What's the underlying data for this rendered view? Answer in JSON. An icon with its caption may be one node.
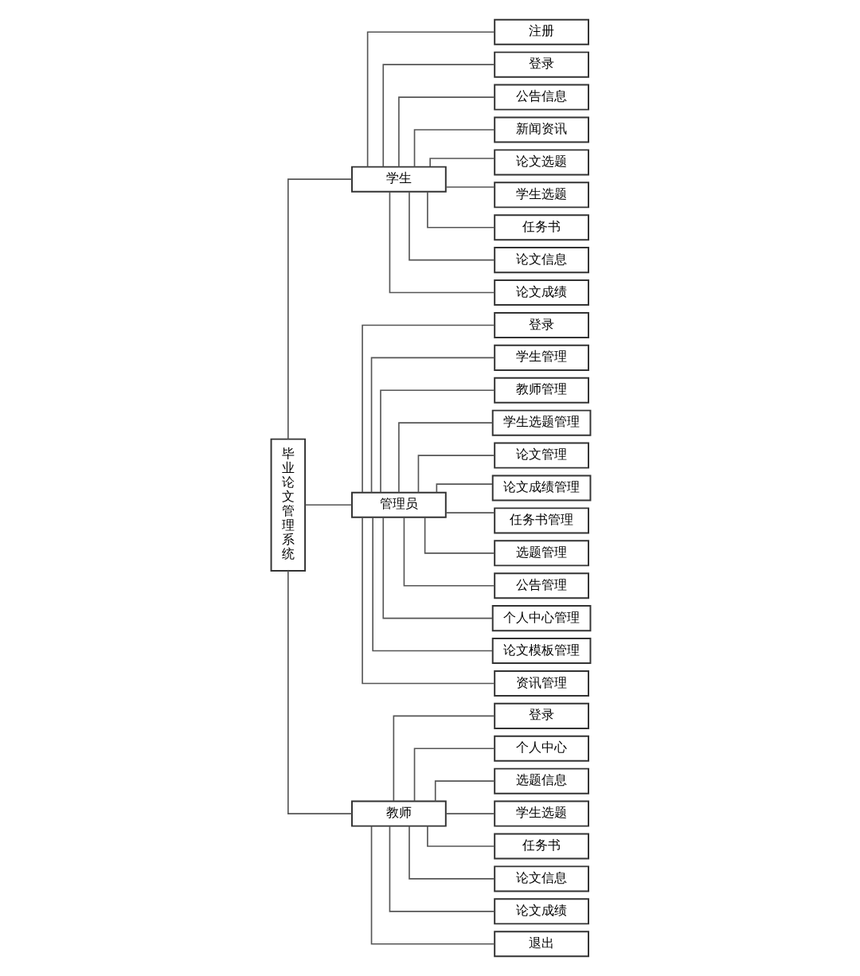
{
  "diagram": {
    "nodes": [
      {
        "text": [
          "毕业论文管理系统"
        ]
      },
      {
        "text": [
          "学生"
        ]
      },
      {
        "text": [
          "注册"
        ]
      },
      {
        "text": [
          "登录"
        ]
      },
      {
        "text": [
          "公告信息"
        ]
      },
      {
        "text": [
          "新闻资讯"
        ]
      },
      {
        "text": [
          "论文选题"
        ]
      },
      {
        "text": [
          "学生选题"
        ]
      },
      {
        "text": [
          "任务书"
        ]
      },
      {
        "text": [
          "论文信息"
        ]
      },
      {
        "text": [
          "论文成绩"
        ]
      },
      {
        "text": [
          "管理员"
        ]
      },
      {
        "text": [
          "登录"
        ]
      },
      {
        "text": [
          "学生管理"
        ]
      },
      {
        "text": [
          "教师管理"
        ]
      },
      {
        "text": [
          "学生选题管理"
        ]
      },
      {
        "text": [
          "论文管理"
        ]
      },
      {
        "text": [
          "论文成绩管理"
        ]
      },
      {
        "text": [
          "任务书管理"
        ]
      },
      {
        "text": [
          "选题管理"
        ]
      },
      {
        "text": [
          "公告管理"
        ]
      },
      {
        "text": [
          "个人中心管理"
        ]
      },
      {
        "text": [
          "论文模板管理"
        ]
      },
      {
        "text": [
          "资讯管理"
        ]
      },
      {
        "text": [
          "教师"
        ]
      },
      {
        "text": [
          "登录"
        ]
      },
      {
        "text": [
          "个人中心"
        ]
      },
      {
        "text": [
          "选题信息"
        ]
      },
      {
        "text": [
          "学生选题"
        ]
      },
      {
        "text": [
          "任务书"
        ]
      },
      {
        "text": [
          "论文信息"
        ]
      },
      {
        "text": [
          "论文成绩"
        ]
      },
      {
        "text": [
          "退出"
        ]
      }
    ],
    "edges": [
      {
        "from": 0,
        "to": 1,
        "arrow": "none"
      },
      {
        "from": 0,
        "to": 11,
        "arrow": "none"
      },
      {
        "from": 0,
        "to": 24,
        "arrow": "none"
      },
      {
        "from": 1,
        "to": 2,
        "arrow": "none"
      },
      {
        "from": 1,
        "to": 3,
        "arrow": "none"
      },
      {
        "from": 1,
        "to": 4,
        "arrow": "none"
      },
      {
        "from": 1,
        "to": 5,
        "arrow": "none"
      },
      {
        "from": 1,
        "to": 6,
        "arrow": "none"
      },
      {
        "from": 1,
        "to": 7,
        "arrow": "none"
      },
      {
        "from": 1,
        "to": 8,
        "arrow": "none"
      },
      {
        "from": 1,
        "to": 9,
        "arrow": "none"
      },
      {
        "from": 1,
        "to": 10,
        "arrow": "none"
      },
      {
        "from": 11,
        "to": 12,
        "arrow": "none"
      },
      {
        "from": 11,
        "to": 13,
        "arrow": "none"
      },
      {
        "from": 11,
        "to": 14,
        "arrow": "none"
      },
      {
        "from": 11,
        "to": 15,
        "arrow": "none"
      },
      {
        "from": 11,
        "to": 16,
        "arrow": "none"
      },
      {
        "from": 11,
        "to": 17,
        "arrow": "none"
      },
      {
        "from": 11,
        "to": 18,
        "arrow": "none"
      },
      {
        "from": 11,
        "to": 19,
        "arrow": "none"
      },
      {
        "from": 11,
        "to": 20,
        "arrow": "none"
      },
      {
        "from": 11,
        "to": 21,
        "arrow": "none"
      },
      {
        "from": 11,
        "to": 22,
        "arrow": "none"
      },
      {
        "from": 11,
        "to": 23,
        "arrow": "none"
      },
      {
        "from": 24,
        "to": 25,
        "arrow": "none"
      },
      {
        "from": 24,
        "to": 26,
        "arrow": "none"
      },
      {
        "from": 24,
        "to": 27,
        "arrow": "none"
      },
      {
        "from": 24,
        "to": 28,
        "arrow": "none"
      },
      {
        "from": 24,
        "to": 29,
        "arrow": "none"
      },
      {
        "from": 24,
        "to": 30,
        "arrow": "none"
      },
      {
        "from": 24,
        "to": 31,
        "arrow": "none"
      },
      {
        "from": 24,
        "to": 32,
        "arrow": "none"
      }
    ]
  }
}
